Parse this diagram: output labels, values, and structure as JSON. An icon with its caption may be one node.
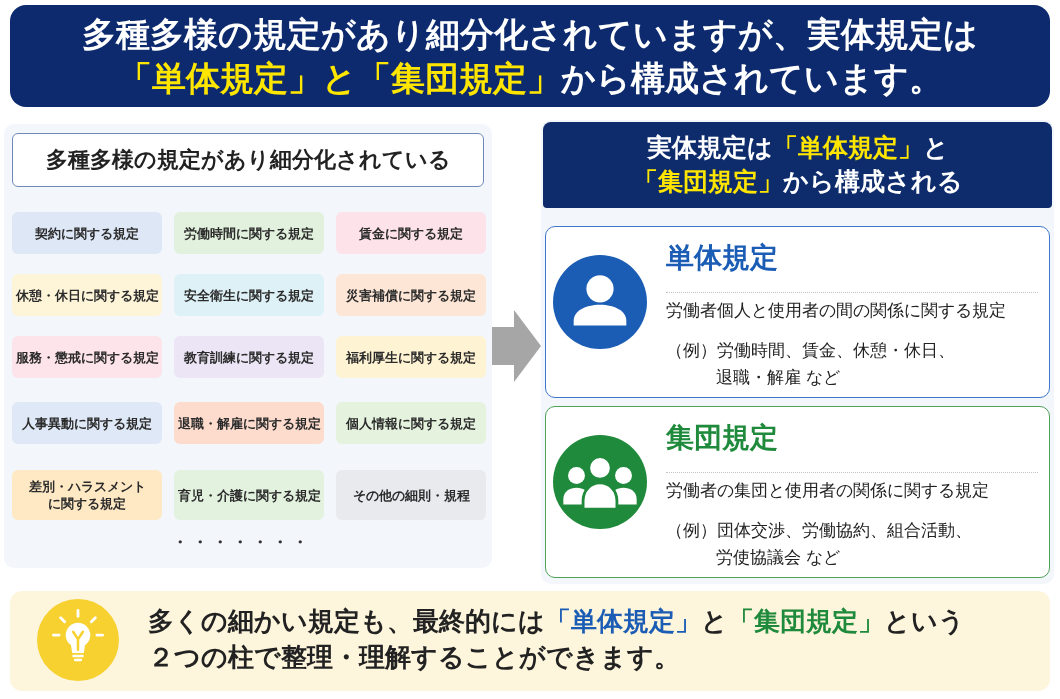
{
  "diagram": {
    "title": "多種多様の規定があり細分化されていますが、実体規定は**「単体規定」と「集団規定」**から構成されています。",
    "nodes": [
      {
        "text": [
          "多種多様の規定があり細分化されている"
        ]
      },
      {
        "text": [
          "契約に関する規定"
        ],
        "in": 0
      },
      {
        "text": [
          "労働時間に関する規定"
        ],
        "in": 0
      },
      {
        "text": [
          "賃金に関する規定"
        ],
        "in": 0
      },
      {
        "text": [
          "休憩・休日に関する規定"
        ],
        "in": 0
      },
      {
        "text": [
          "安全衛生に関する規定"
        ],
        "in": 0
      },
      {
        "text": [
          "災害補償に関する規定"
        ],
        "in": 0
      },
      {
        "text": [
          "服務・懲戒に関する規定"
        ],
        "in": 0
      },
      {
        "text": [
          "教育訓練に関する規定"
        ],
        "in": 0
      },
      {
        "text": [
          "福利厚生に関する規定"
        ],
        "in": 0
      },
      {
        "text": [
          "人事異動に関する規定"
        ],
        "in": 0
      },
      {
        "text": [
          "退職・解雇に関する規定"
        ],
        "in": 0
      },
      {
        "text": [
          "個人情報に関する規定"
        ],
        "in": 0
      },
      {
        "text": [
          "差別・ハラスメントに関する規定"
        ],
        "in": 0
      },
      {
        "text": [
          "育児・介護に関する規定"
        ],
        "in": 0
      },
      {
        "text": [
          "その他の細則・規程"
        ],
        "in": 0
      },
      {
        "text": [
          "実体規定は**「単体規定」**と**「集団規定」**から構成される"
        ]
      },
      {
        "text": [
          "単体規定",
          "労働者個人と使用者の間の関係に関する規定",
          "（例）労働時間、賃金、休憩・休日、退職・解雇 など"
        ],
        "in": 16
      },
      {
        "text": [
          "集団規定",
          "労働者の集団と使用者の関係に関する規定",
          "（例）団体交渉、労働協約、組合活動、労使協議会 など"
        ],
        "in": 16
      },
      {
        "text": [
          "多くの細かい規定も、最終的には**「単体規定」**と**「集団規定」**という２つの柱で整理・理解することができます。"
        ]
      }
    ],
    "edges": [
      {
        "from": 0,
        "to": 16,
        "arrow": "to"
      }
    ],
    "labels": [
      "・・・・・・・"
    ]
  }
}
